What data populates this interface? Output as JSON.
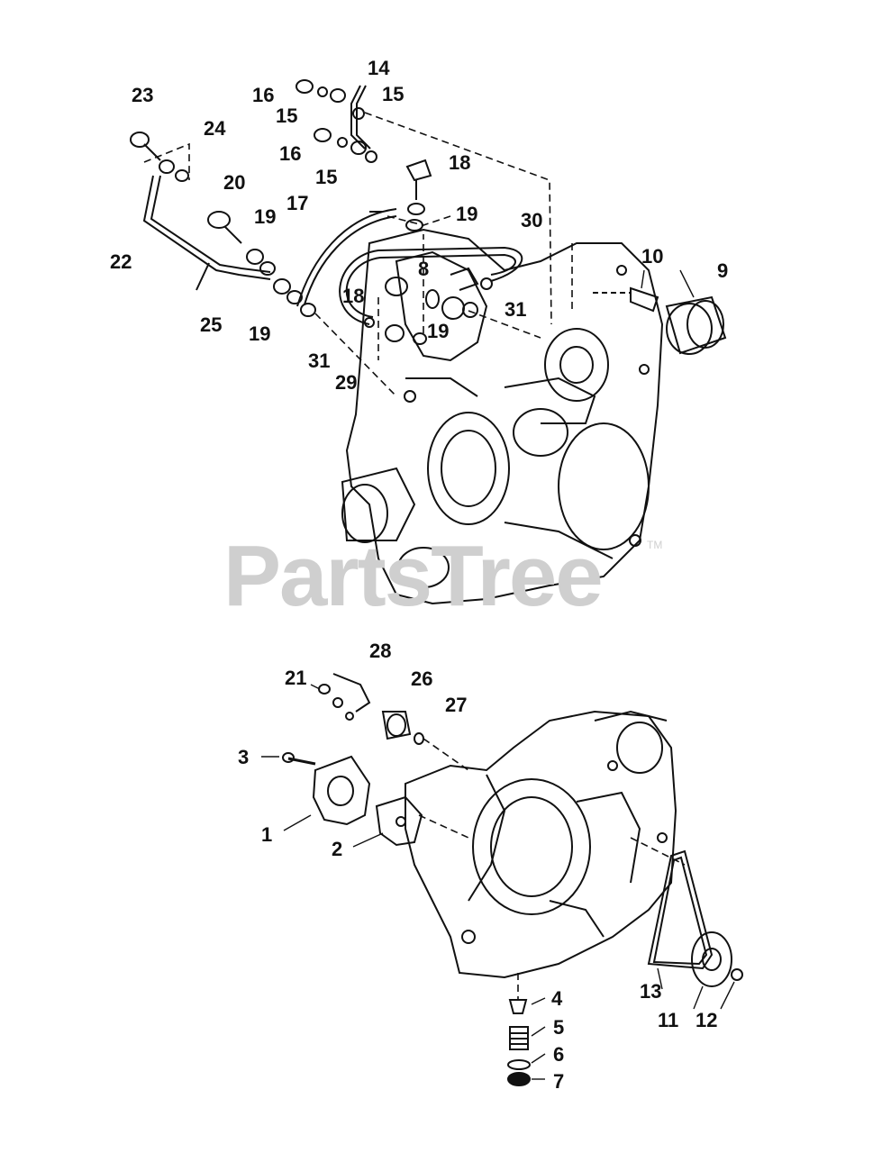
{
  "watermark": {
    "text": "PartsTree",
    "tm": "TM"
  },
  "callouts": {
    "c1": "1",
    "c2": "2",
    "c3": "3",
    "c4": "4",
    "c5": "5",
    "c6": "6",
    "c7": "7",
    "c8": "8",
    "c9": "9",
    "c10": "10",
    "c11": "11",
    "c12": "12",
    "c13": "13",
    "c14": "14",
    "c15a": "15",
    "c15b": "15",
    "c15c": "15",
    "c16a": "16",
    "c16b": "16",
    "c17": "17",
    "c18a": "18",
    "c18b": "18",
    "c19a": "19",
    "c19b": "19",
    "c19c": "19",
    "c19d": "19",
    "c20": "20",
    "c21": "21",
    "c22": "22",
    "c23": "23",
    "c24": "24",
    "c25": "25",
    "c26": "26",
    "c27": "27",
    "c28": "28",
    "c29": "29",
    "c30": "30",
    "c31a": "31",
    "c31b": "31"
  },
  "colors": {
    "line": "#111111",
    "watermark": "#cfcfcf",
    "background": "#ffffff"
  }
}
